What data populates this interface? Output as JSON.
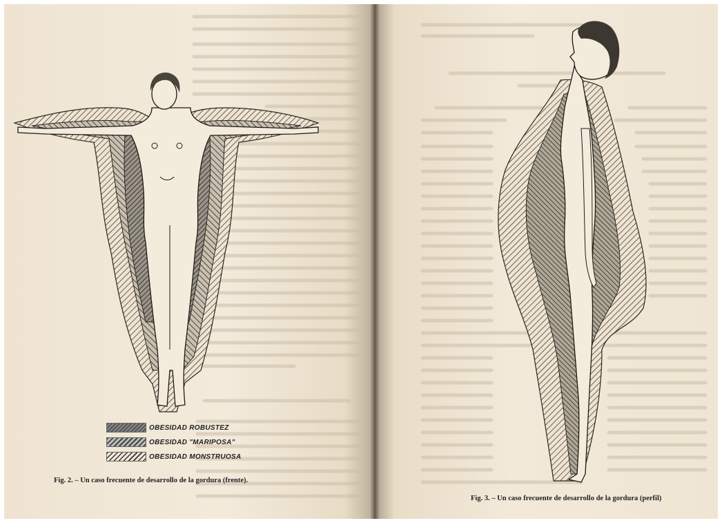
{
  "left_page": {
    "legend": [
      {
        "key": "robustez",
        "label": "OBESIDAD ROBUSTEZ"
      },
      {
        "key": "mariposa",
        "label": "OBESIDAD \"MARIPOSA\""
      },
      {
        "key": "monstruosa",
        "label": "OBESIDAD MONSTRUOSA"
      }
    ],
    "caption": "Fig. 2. – Un caso frecuente de desarrollo de la gordura (frente)."
  },
  "right_page": {
    "caption": "Fig. 3. – Un caso frecuente de desarrollo de la gordura (perfil)"
  }
}
